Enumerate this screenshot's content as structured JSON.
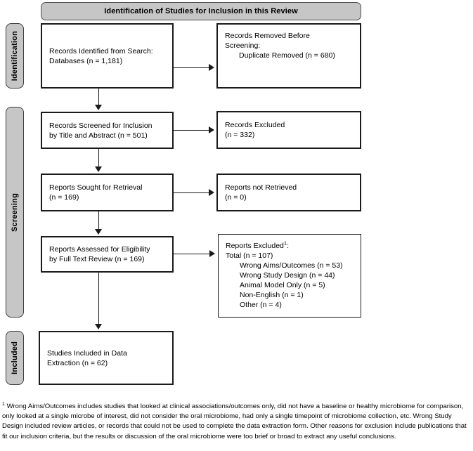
{
  "banner": {
    "title": "Identification of Studies for Inclusion in this Review"
  },
  "stages": [
    {
      "label": "Identification"
    },
    {
      "label": "Screening"
    },
    {
      "label": "Included"
    }
  ],
  "boxes": {
    "records_identified": "Records Identified from Search:\n    Databases (n = 1,181)",
    "records_removed_l1": "Records Removed Before",
    "records_removed_l2": "Screening:",
    "records_removed_l3": "Duplicate Removed (n = 680)",
    "records_screened": "Records Screened for Inclusion\nby Title and Abstract (n = 501)",
    "records_excluded": "Records Excluded\n(n = 332)",
    "reports_sought": "Reports Sought for Retrieval\n(n = 169)",
    "reports_not_retrieved": "Reports not Retrieved\n(n = 0)",
    "reports_assessed": "Reports Assessed for Eligibility\nby Full Text Review (n = 169)",
    "reports_excluded_heading": "Reports Excluded",
    "reports_excluded_marker": "1",
    "reports_excluded_colon": ":",
    "reports_excluded_total": "Total (n = 107)",
    "reports_excluded_reasons": [
      "Wrong Aims/Outcomes (n = 53)",
      "Wrong Study Design (n = 44)",
      "Animal Model Only (n = 5)",
      "Non-English (n = 1)",
      "Other (n = 4)"
    ],
    "studies_included": "Studies Included in Data\nExtraction (n = 62)"
  },
  "footnote": {
    "marker": "1",
    "text": " Wrong Aims/Outcomes includes studies that looked at clinical associations/outcomes only, did not have a baseline or healthy microbiome for comparison, only looked at a single microbe of interest, did not consider the oral microbiome, had only a single timepoint of microbiome collection, etc. Wrong Study Design included review articles, or records that could not be used to complete the data extraction form. Other reasons for exclusion include publications that fit our inclusion criteria, but the results or discussion of the oral microbiome were too brief or broad to extract any useful conclusions."
  },
  "colors": {
    "stage_fill": "#c6c6c6",
    "banner_fill": "#c6c6c6",
    "box_border": "#1a1a1a",
    "background": "#ffffff"
  }
}
